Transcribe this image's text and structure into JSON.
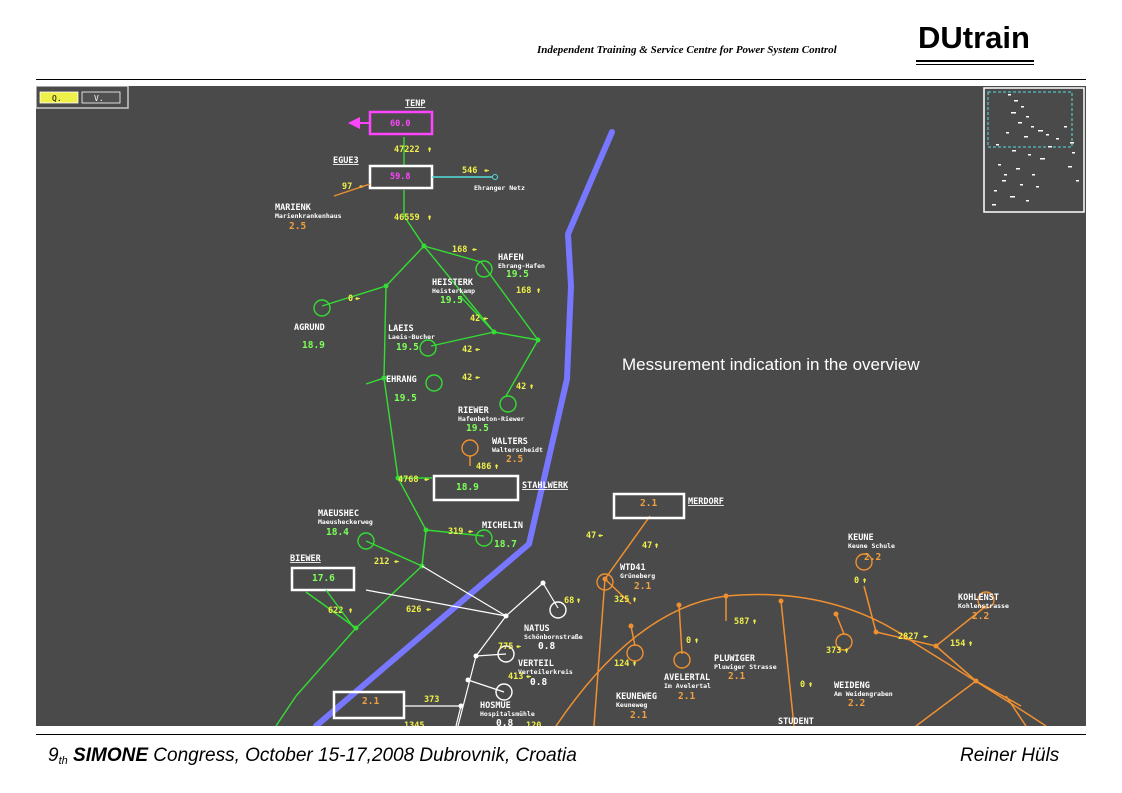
{
  "header": {
    "tagline": "Independent Training & Service Centre for Power System Control",
    "logo": "DUtrain"
  },
  "footer": {
    "congress_num": "9",
    "congress_sup": "th",
    "congress_name": "SIMONE",
    "congress_rest": " Congress, October 15-17,2008 Dubrovnik, Croatia",
    "author": "Reiner Hüls"
  },
  "overview": {
    "mode_buttons": [
      "Q.",
      "V."
    ],
    "callout": "Messurement indication in the overview",
    "colors": {
      "background": "#4a4a4a",
      "green_net": "#33dd33",
      "orange_net": "#f09030",
      "river": "#7777ff",
      "magenta": "#ff44ff",
      "cyan": "#55dddd"
    },
    "stations": {
      "tenp": {
        "name": "TENP",
        "value": "60.0"
      },
      "egue3": {
        "name": "EGUE3",
        "value": "59.8"
      },
      "ehranger": {
        "sub": "Ehranger Netz",
        "flow": "546"
      },
      "marienk": {
        "name": "MARIENK",
        "sub": "Marienkrankenhaus",
        "value": "2.5",
        "flow": "97"
      },
      "flow_47222": "47222",
      "flow_46559": "46559",
      "hafen": {
        "name": "HAFEN",
        "sub": "Ehrang-Hafen",
        "value": "19.5",
        "flow_in": "168",
        "flow_out": "168"
      },
      "heisterk": {
        "name": "HEISTERK",
        "sub": "Heisterkamp",
        "value": "19.5"
      },
      "agrund": {
        "name": "AGRUND",
        "value": "18.9",
        "flow": "0"
      },
      "laeis": {
        "name": "LAEIS",
        "sub": "Laeis-Bucher",
        "value": "19.5",
        "flow_a": "42",
        "flow_b": "42"
      },
      "ehrang": {
        "name": "EHRANG",
        "value": "19.5",
        "flow_a": "42",
        "flow_b": "42"
      },
      "riewer": {
        "name": "RIEWER",
        "sub": "Hafenbeton-Riewer",
        "value": "19.5"
      },
      "walters": {
        "name": "WALTERS",
        "sub": "Walterscheidt",
        "value": "2.5",
        "flow": "486"
      },
      "stahlwerk": {
        "name": "STAHLWERK",
        "value": "18.9",
        "flow": "4768"
      },
      "merdorf": {
        "name": "MERDORF",
        "value": "2.1",
        "flow_a": "47",
        "flow_b": "47"
      },
      "maeushec": {
        "name": "MAEUSHEC",
        "sub": "Maeusheckerweg",
        "value": "18.4",
        "flow": "212"
      },
      "michelin": {
        "name": "MICHELIN",
        "value": "18.7",
        "flow": "319"
      },
      "biewer": {
        "name": "BIEWER",
        "value": "17.6",
        "flow_a": "622",
        "flow_b": "626"
      },
      "wtd41": {
        "name": "WTD41",
        "sub": "Grüneberg",
        "value": "2.1",
        "flow": "325"
      },
      "keune": {
        "name": "KEUNE",
        "sub": "Keune Schule",
        "value": "2.2",
        "flow": "0"
      },
      "kohlenst": {
        "name": "KOHLENST",
        "sub": "Kohlenstrasse",
        "value": "2.2",
        "flow_a": "2827",
        "flow_b": "154"
      },
      "natus": {
        "name": "NATUS",
        "sub": "Schönbornstraße",
        "value": "0.8",
        "flow": "68"
      },
      "verteil": {
        "name": "VERTEIL",
        "sub": "Verteilerkreis",
        "value": "0.8",
        "flow_a": "775",
        "flow_b": "413"
      },
      "hosmue": {
        "name": "HOSMUE",
        "sub": "Hospitalsmühle",
        "value": "0.8"
      },
      "keuneweg": {
        "name": "KEUNEWEG",
        "sub": "Keuneweg",
        "value": "2.1",
        "flow": "124"
      },
      "avelertal": {
        "name": "AVELERTAL",
        "sub": "Im Avelertal",
        "value": "2.1",
        "flow": "0"
      },
      "pluwiger": {
        "name": "PLUWIGER",
        "sub": "Pluwiger Strasse",
        "value": "2.1",
        "flow": "587"
      },
      "weideng": {
        "name": "WEIDENG",
        "sub": "Am Weidengraben",
        "value": "2.2",
        "flow": "373"
      },
      "student": {
        "name": "STUDENT",
        "flow": "0"
      },
      "bottom_box": {
        "value": "2.1",
        "flow_a": "373",
        "flow_b": "1345",
        "flow_c": "120"
      }
    }
  }
}
